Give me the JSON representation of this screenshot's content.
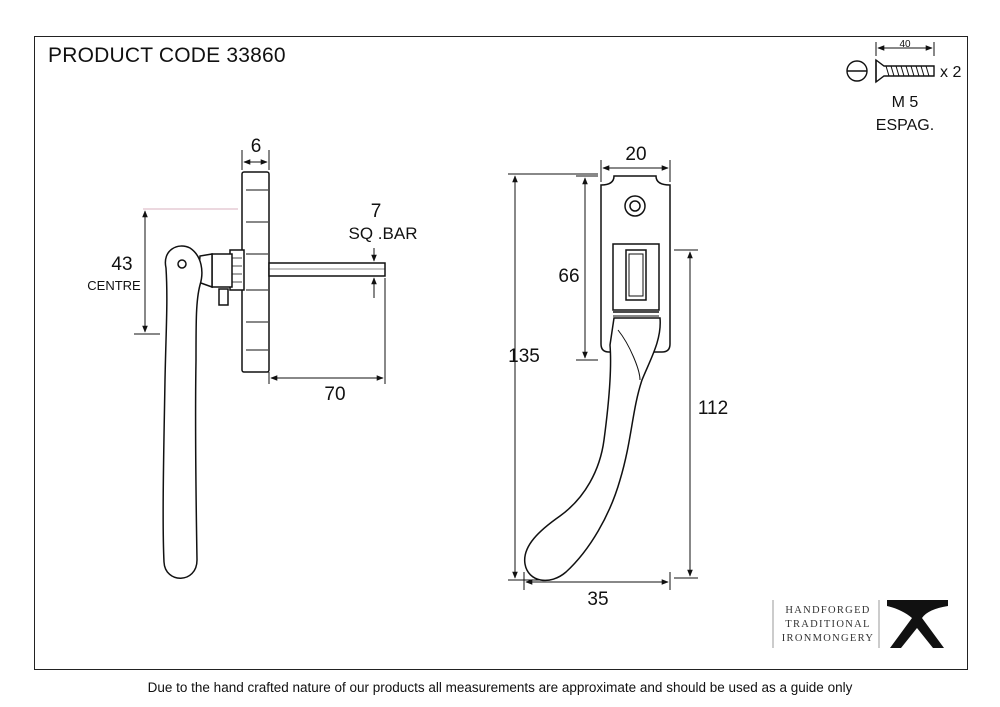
{
  "title": "PRODUCT CODE 33860",
  "footer": "Due to the hand crafted nature of our products all measurements are approximate and should be used as a guide only",
  "screw": {
    "length": "40",
    "qty": "x 2",
    "size": "M 5",
    "type": "ESPAG."
  },
  "side_view": {
    "plate_thickness": "6",
    "bar_size": "7",
    "bar_label": "SQ .BAR",
    "centre_value": "43",
    "centre_label": "CENTRE",
    "bar_length": "70"
  },
  "front_view": {
    "plate_width": "20",
    "slot_height": "66",
    "overall_height": "135",
    "handle_length": "112",
    "overall_width": "35"
  },
  "brand": {
    "line1": "HANDFORGED",
    "line2": "TRADITIONAL",
    "line3": "IRONMONGERY"
  }
}
